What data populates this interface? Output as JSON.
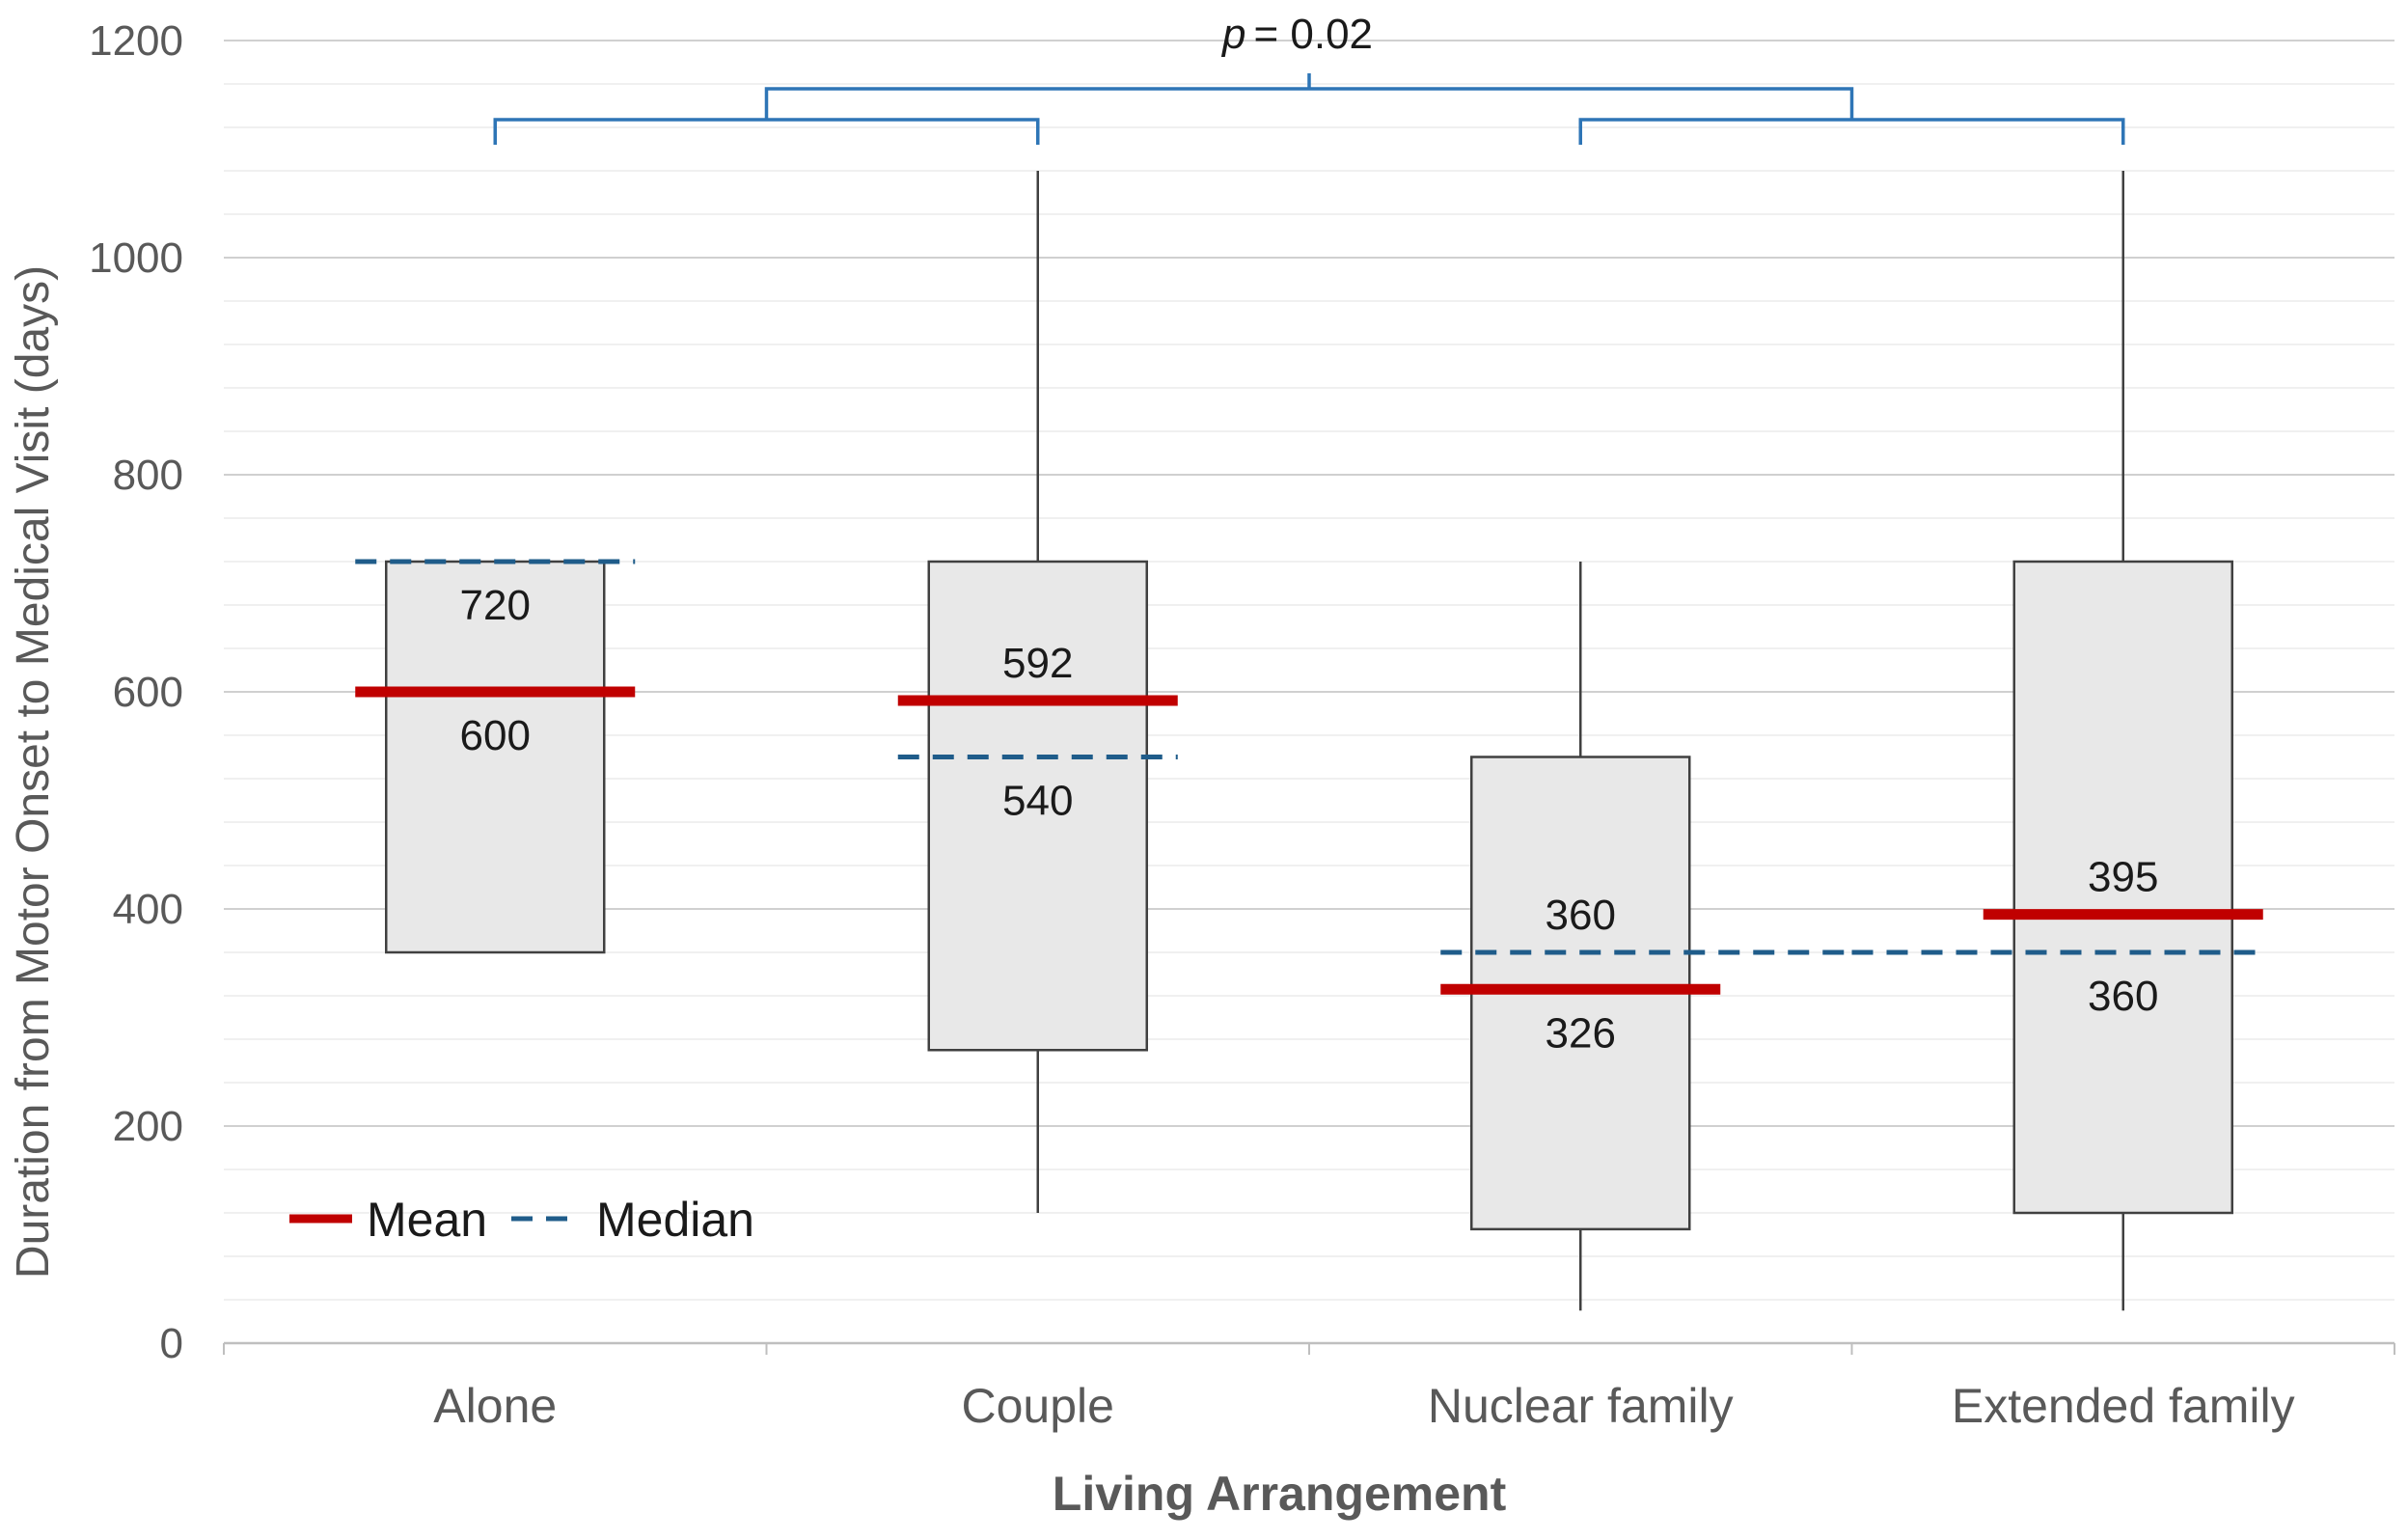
{
  "chart_data": {
    "type": "box",
    "xlabel": "Living Arrangement",
    "ylabel": "Duration from Motor Onset to Medical Visit (days)",
    "ylim": [
      0,
      1200
    ],
    "yticks": [
      0,
      200,
      400,
      600,
      800,
      1000,
      1200
    ],
    "grid": true,
    "categories": [
      "Alone",
      "Couple",
      "Nuclear family",
      "Extended family"
    ],
    "boxes": [
      {
        "category": "Alone",
        "whisker_low": 360,
        "q1": 360,
        "median": 720,
        "q3": 720,
        "whisker_high": 720,
        "mean": 600,
        "mean_label": "600",
        "median_label": "720"
      },
      {
        "category": "Couple",
        "whisker_low": 120,
        "q1": 270,
        "median": 540,
        "q3": 720,
        "whisker_high": 1080,
        "mean": 592,
        "mean_label": "592",
        "median_label": "540"
      },
      {
        "category": "Nuclear family",
        "whisker_low": 30,
        "q1": 105,
        "median": 360,
        "q3": 540,
        "whisker_high": 720,
        "mean": 326,
        "mean_label": "326",
        "median_label": "360"
      },
      {
        "category": "Extended family",
        "whisker_low": 30,
        "q1": 120,
        "median": 360,
        "q3": 720,
        "whisker_high": 1080,
        "mean": 395,
        "mean_label": "395",
        "median_label": "360"
      }
    ],
    "legend": {
      "position": "bottom-left",
      "mean_label": "Mean",
      "median_label": "Median"
    },
    "annotation": {
      "p_symbol": "p",
      "p_text": "= 0.02"
    },
    "colors": {
      "mean": "#C00000",
      "median": "#1F5C8A",
      "box_fill": "#E8E8E8",
      "box_stroke": "#404040",
      "bracket": "#2E75B6",
      "grid_major": "#D0D0D0",
      "grid_minor": "#EBEBEB",
      "axis": "#BFBFBF"
    }
  }
}
